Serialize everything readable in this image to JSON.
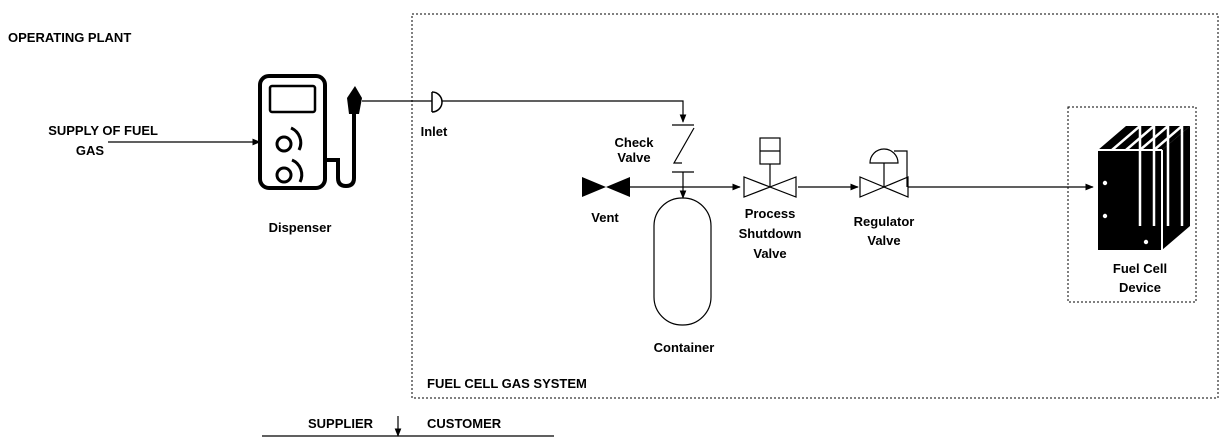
{
  "labels": {
    "operating_plant": "OPERATING PLANT",
    "supply_line1": "SUPPLY OF FUEL",
    "supply_line2": "GAS",
    "dispenser": "Dispenser",
    "inlet": "Inlet",
    "check_valve_line1": "Check",
    "check_valve_line2": "Valve",
    "vent": "Vent",
    "psv_line1": "Process",
    "psv_line2": "Shutdown",
    "psv_line3": "Valve",
    "regulator_line1": "Regulator",
    "regulator_line2": "Valve",
    "fuel_cell_line1": "Fuel Cell",
    "fuel_cell_line2": "Device",
    "container": "Container",
    "fuel_cell_gas_system": "FUEL CELL GAS SYSTEM",
    "supplier": "SUPPLIER",
    "customer": "CUSTOMER"
  },
  "icons": {
    "dispenser": "fuel-pump-icon",
    "fuel_cell": "fuel-cell-stack-icon",
    "inlet": "inlet-connector-icon",
    "vent": "vent-valve-icon",
    "check_valve": "check-valve-icon",
    "process_shutdown_valve": "actuated-valve-icon",
    "regulator_valve": "regulator-valve-icon",
    "container": "pressure-vessel-icon"
  },
  "colors": {
    "line": "#000000",
    "background": "#ffffff"
  }
}
